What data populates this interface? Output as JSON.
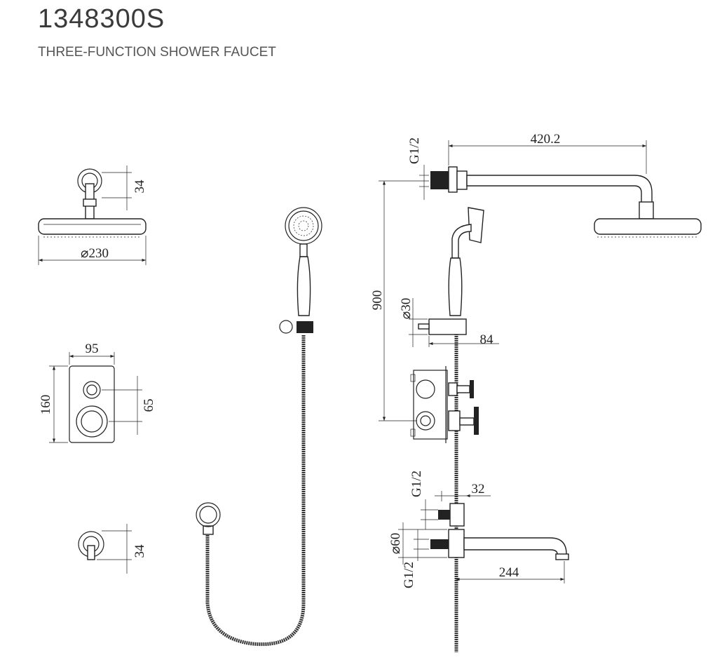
{
  "header": {
    "model": "1348300S",
    "product_name": "THREE-FUNCTION SHOWER FAUCET"
  },
  "dimensions": {
    "head_arm_height": "34",
    "head_diameter": "⌀230",
    "plate_width": "95",
    "plate_height": "160",
    "knob_spacing": "65",
    "outlet_height": "34",
    "arm_thread": "G1/2",
    "arm_length": "420.2",
    "height_900": "900",
    "slide_diameter": "⌀30",
    "slide_depth": "84",
    "outlet_thread": "G1/2",
    "outlet_depth": "32",
    "spout_flange": "⌀60",
    "spout_thread": "G1/2",
    "spout_length": "244"
  }
}
